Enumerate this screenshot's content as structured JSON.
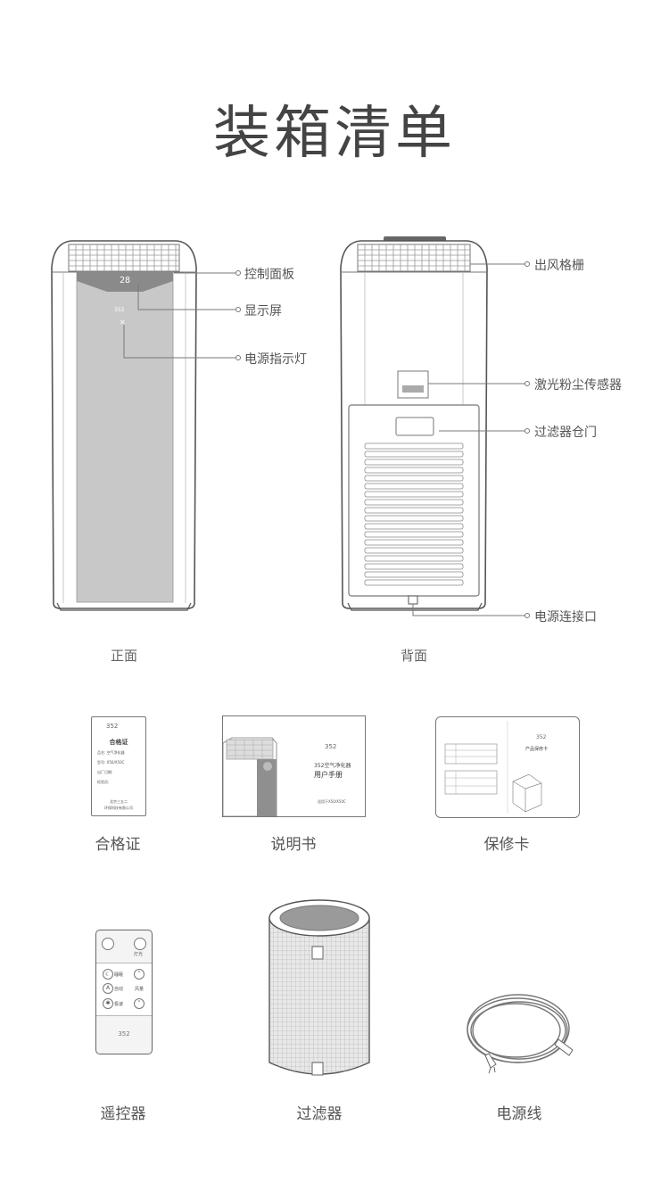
{
  "title": "装箱清单",
  "front": {
    "caption": "正面",
    "display_value": "28",
    "brand_mark": "352",
    "callouts": [
      "控制面板",
      "显示屏",
      "电源指示灯"
    ]
  },
  "back": {
    "caption": "背面",
    "callouts": [
      "出风格栅",
      "激光粉尘传感器",
      "过滤器仓门",
      "电源连接口"
    ]
  },
  "items": {
    "certificate": {
      "caption": "合格证",
      "brand": "352",
      "heading": "合格证",
      "lines": [
        "品名: 空气净化器",
        "型号: X50/X50C",
        "出厂日期:",
        "检验员:"
      ],
      "footer": [
        "北京三五二",
        "环保科技有限公司"
      ]
    },
    "manual": {
      "caption": "说明书",
      "brand": "352",
      "line1": "352空气净化器",
      "line2": "用户手册",
      "model": "适用于X50/X50C"
    },
    "warranty": {
      "caption": "保修卡",
      "brand": "352",
      "heading": "产品保修卡"
    },
    "remote": {
      "caption": "遥控器",
      "brand": "352",
      "light_label": "灯光",
      "sleep_label": "睡眠",
      "auto_label": "自动",
      "speed_label": "风量",
      "boost_label": "极速"
    },
    "filter": {
      "caption": "过滤器"
    },
    "cord": {
      "caption": "电源线"
    }
  }
}
